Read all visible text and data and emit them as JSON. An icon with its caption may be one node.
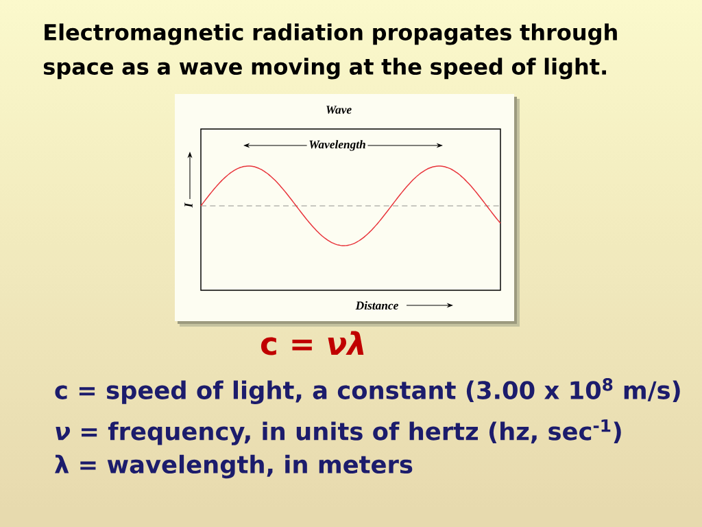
{
  "diagram": {
    "title": "Electromagnetic radiation propagates through space as a wave moving at the speed of light.",
    "labels": [
      "Wave",
      "Wavelength",
      "I",
      "Distance",
      "c = *νλ*",
      "c = speed of light, a constant (3.00 x 10$^{8}$ m/s)",
      "*ν* = frequency, in units of hertz (hz, sec$^{-1}$)",
      "λ = wavelength, in meters"
    ]
  }
}
